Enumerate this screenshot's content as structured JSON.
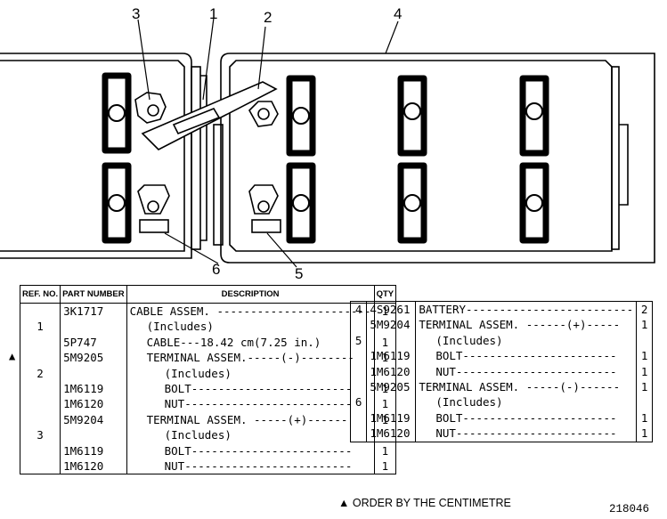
{
  "callouts": {
    "c1": "1",
    "c2": "2",
    "c3": "3",
    "c4": "4",
    "c5": "5",
    "c6": "6"
  },
  "left_table": {
    "headers": {
      "ref": "REF. NO.",
      "part": "PART NUMBER",
      "desc": "DESCRIPTION",
      "qty": "QTY"
    },
    "rows": [
      {
        "ref": "",
        "part": "3K1717",
        "desc": "CABLE ASSEM. -----------------------",
        "qty": "1",
        "indent": 0
      },
      {
        "ref": "1",
        "part": "",
        "desc": "(Includes)",
        "qty": "",
        "indent": 1
      },
      {
        "ref": "",
        "part": "5P747",
        "desc": "CABLE---18.42 cm(7.25 in.)",
        "qty": "1",
        "indent": 1
      },
      {
        "ref": "",
        "part": "5M9205",
        "desc": "TERMINAL ASSEM.-----(-)--------",
        "qty": "1",
        "indent": 1
      },
      {
        "ref": "2",
        "part": "",
        "desc": "(Includes)",
        "qty": "",
        "indent": 2
      },
      {
        "ref": "",
        "part": "1M6119",
        "desc": "BOLT------------------------",
        "qty": "1",
        "indent": 2
      },
      {
        "ref": "",
        "part": "1M6120",
        "desc": "NUT-------------------------",
        "qty": "1",
        "indent": 2
      },
      {
        "ref": "",
        "part": "5M9204",
        "desc": "TERMINAL ASSEM. -----(+)------",
        "qty": "1",
        "indent": 1
      },
      {
        "ref": "3",
        "part": "",
        "desc": "(Includes)",
        "qty": "",
        "indent": 2
      },
      {
        "ref": "",
        "part": "1M6119",
        "desc": "BOLT------------------------",
        "qty": "1",
        "indent": 2
      },
      {
        "ref": "",
        "part": "1M6120",
        "desc": "NUT-------------------------",
        "qty": "1",
        "indent": 2
      }
    ]
  },
  "right_table": {
    "rows": [
      {
        "ref": "4",
        "part": "4S9261",
        "desc": "BATTERY-------------------------",
        "qty": "2",
        "indent": 0
      },
      {
        "ref": "",
        "part": "5M9204",
        "desc": "TERMINAL ASSEM. ------(+)-----",
        "qty": "1",
        "indent": 0
      },
      {
        "ref": "5",
        "part": "",
        "desc": "(Includes)",
        "qty": "",
        "indent": 1
      },
      {
        "ref": "",
        "part": "1M6119",
        "desc": "BOLT-----------------------",
        "qty": "1",
        "indent": 1
      },
      {
        "ref": "",
        "part": "1M6120",
        "desc": "NUT------------------------",
        "qty": "1",
        "indent": 1
      },
      {
        "ref": "",
        "part": "5M9205",
        "desc": "TERMINAL ASSEM. -----(-)------",
        "qty": "1",
        "indent": 0
      },
      {
        "ref": "6",
        "part": "",
        "desc": "(Includes)",
        "qty": "",
        "indent": 1
      },
      {
        "ref": "",
        "part": "1M6119",
        "desc": "BOLT-----------------------",
        "qty": "1",
        "indent": 1
      },
      {
        "ref": "",
        "part": "1M6120",
        "desc": "NUT------------------------",
        "qty": "1",
        "indent": 1
      }
    ]
  },
  "footnote": {
    "marker": "▲",
    "text": "ORDER BY THE CENTIMETRE"
  },
  "illustration_number": "218046"
}
